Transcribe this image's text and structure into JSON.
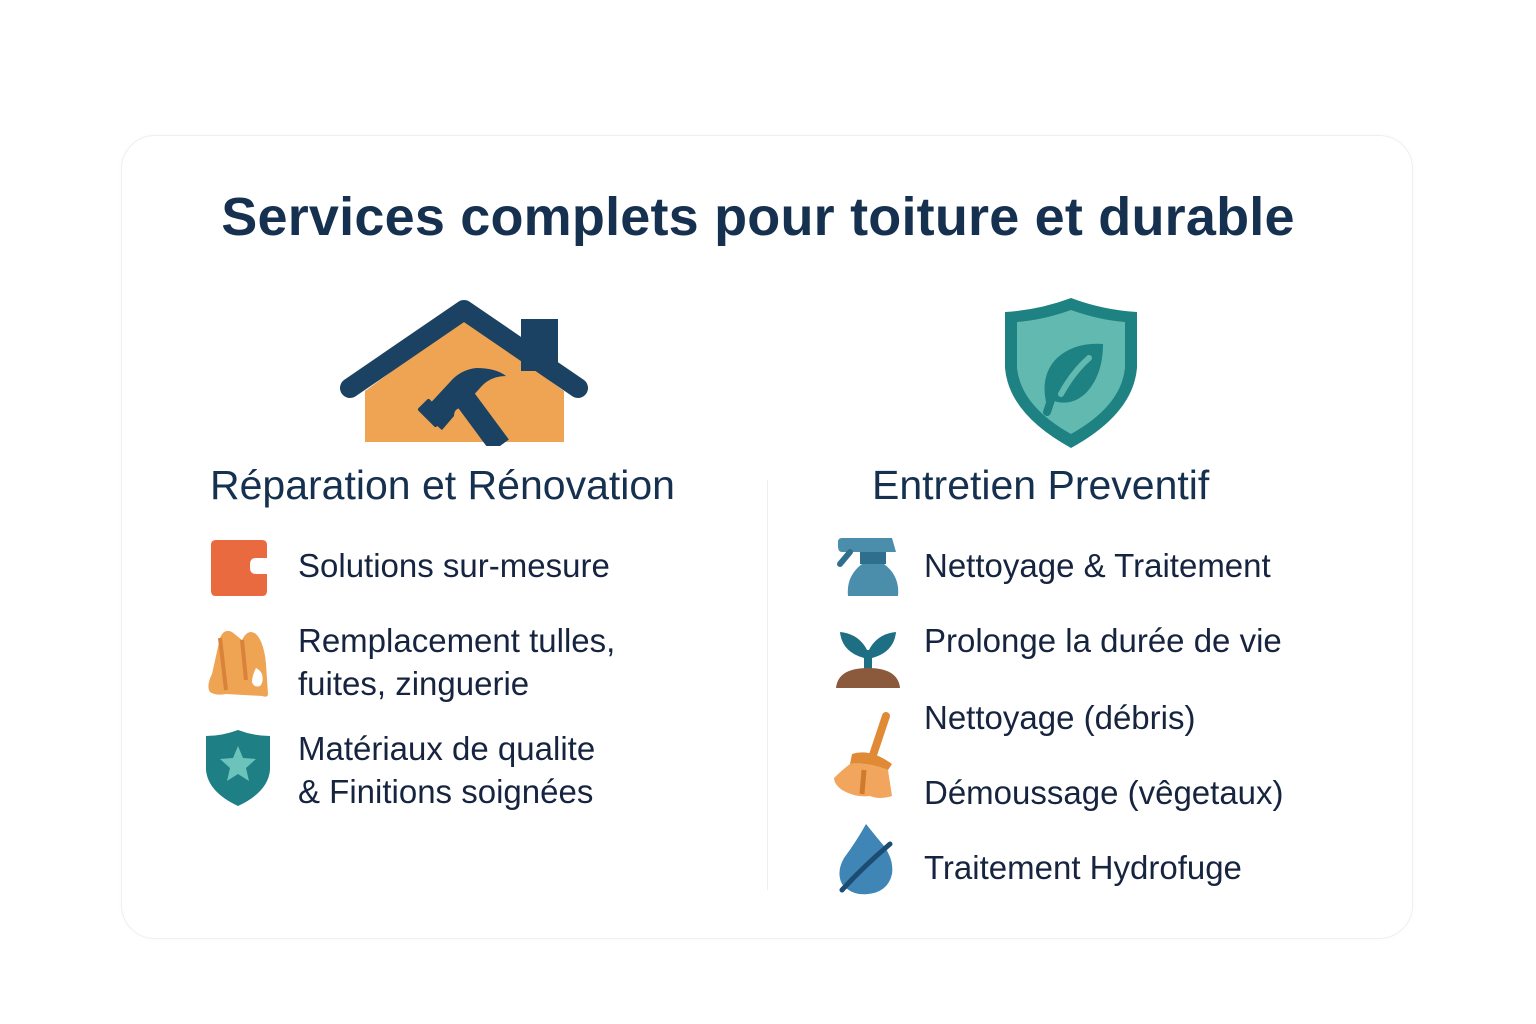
{
  "title": "Services complets pour toiture et durable",
  "colors": {
    "navy": "#1b4263",
    "text": "#16304f",
    "orange": "#efa453",
    "coral": "#e96a3e",
    "teal_dark": "#1e8282",
    "teal_light": "#62b9b0",
    "steel_blue": "#4b8eab",
    "brown": "#8b5a3c",
    "water_blue": "#3f86b6"
  },
  "sections": [
    {
      "heading": "Réparation et Rénovation",
      "hero_icon": "house-hammer-icon",
      "items": [
        {
          "icon": "custom-block-icon",
          "lines": [
            "Solutions sur-mesure"
          ]
        },
        {
          "icon": "roof-tile-icon",
          "lines": [
            "Remplacement tulles,",
            "fuites, zinguerie"
          ]
        },
        {
          "icon": "shield-star-icon",
          "lines": [
            "Matériaux de qualite",
            "& Finitions soignées"
          ]
        }
      ]
    },
    {
      "heading": "Entretien Preventif",
      "hero_icon": "shield-leaf-icon",
      "items": [
        {
          "icon": "spray-bottle-icon",
          "lines": [
            "Nettoyage & Traitement"
          ]
        },
        {
          "icon": "sprout-icon",
          "lines": [
            "Prolonge la durée de vie"
          ]
        },
        {
          "icon": "broom-icon",
          "lines": [
            "Nettoyage (débris)"
          ]
        },
        {
          "icon": null,
          "lines": [
            "Démoussage (vêgetaux)"
          ]
        },
        {
          "icon": "water-drop-icon",
          "lines": [
            "Traitement Hydrofuge"
          ]
        }
      ]
    }
  ]
}
